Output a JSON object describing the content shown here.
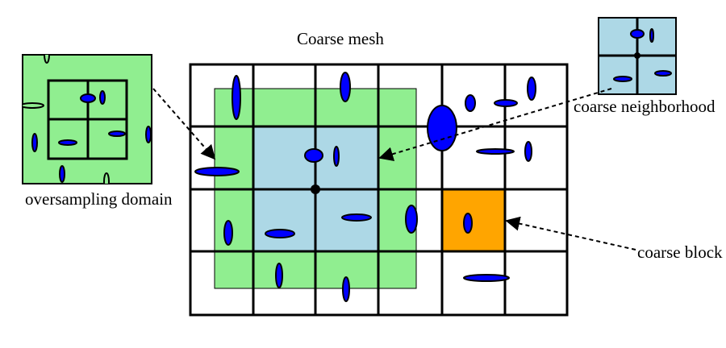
{
  "labels": {
    "coarse_mesh": "Coarse mesh",
    "coarse_neighborhood": "coarse neighborhood",
    "oversampling_domain": "oversampling domain",
    "coarse_block": "coarse block"
  },
  "colors": {
    "oversampling_fill": "#90ee90",
    "neighborhood_fill": "#add8e6",
    "block_fill": "#ffa500",
    "inclusion_fill": "#0000ff",
    "line": "#000000"
  },
  "mesh": {
    "columns": 6,
    "rows": 4
  }
}
